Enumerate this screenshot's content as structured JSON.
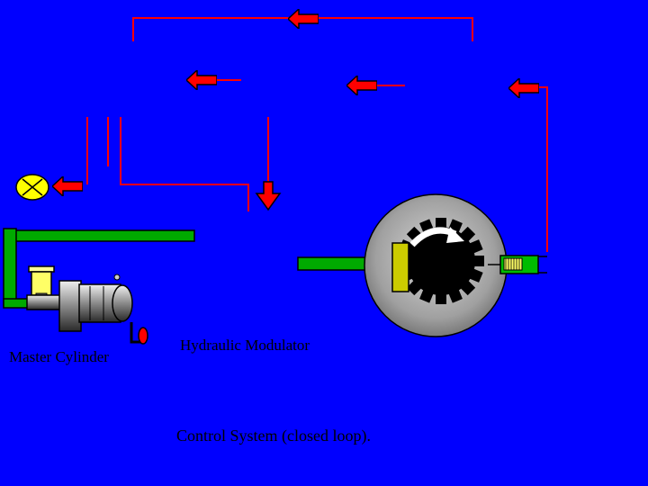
{
  "labels": {
    "master_cylinder": "Master Cylinder",
    "hydraulic_modulator": "Hydraulic Modulator",
    "caption": "Control System (closed loop)."
  },
  "colors": {
    "background": "#0000ff",
    "signal_line": "#ff0000",
    "hydraulic_line": "#00aa00",
    "warning_lamp": "#ffff00",
    "rotor_disc": "#999999"
  },
  "icons": {
    "warning_lamp": "warning-lamp-icon",
    "rotation": "curved-arrow-icon",
    "signal_direction": "red-arrow-icon"
  }
}
